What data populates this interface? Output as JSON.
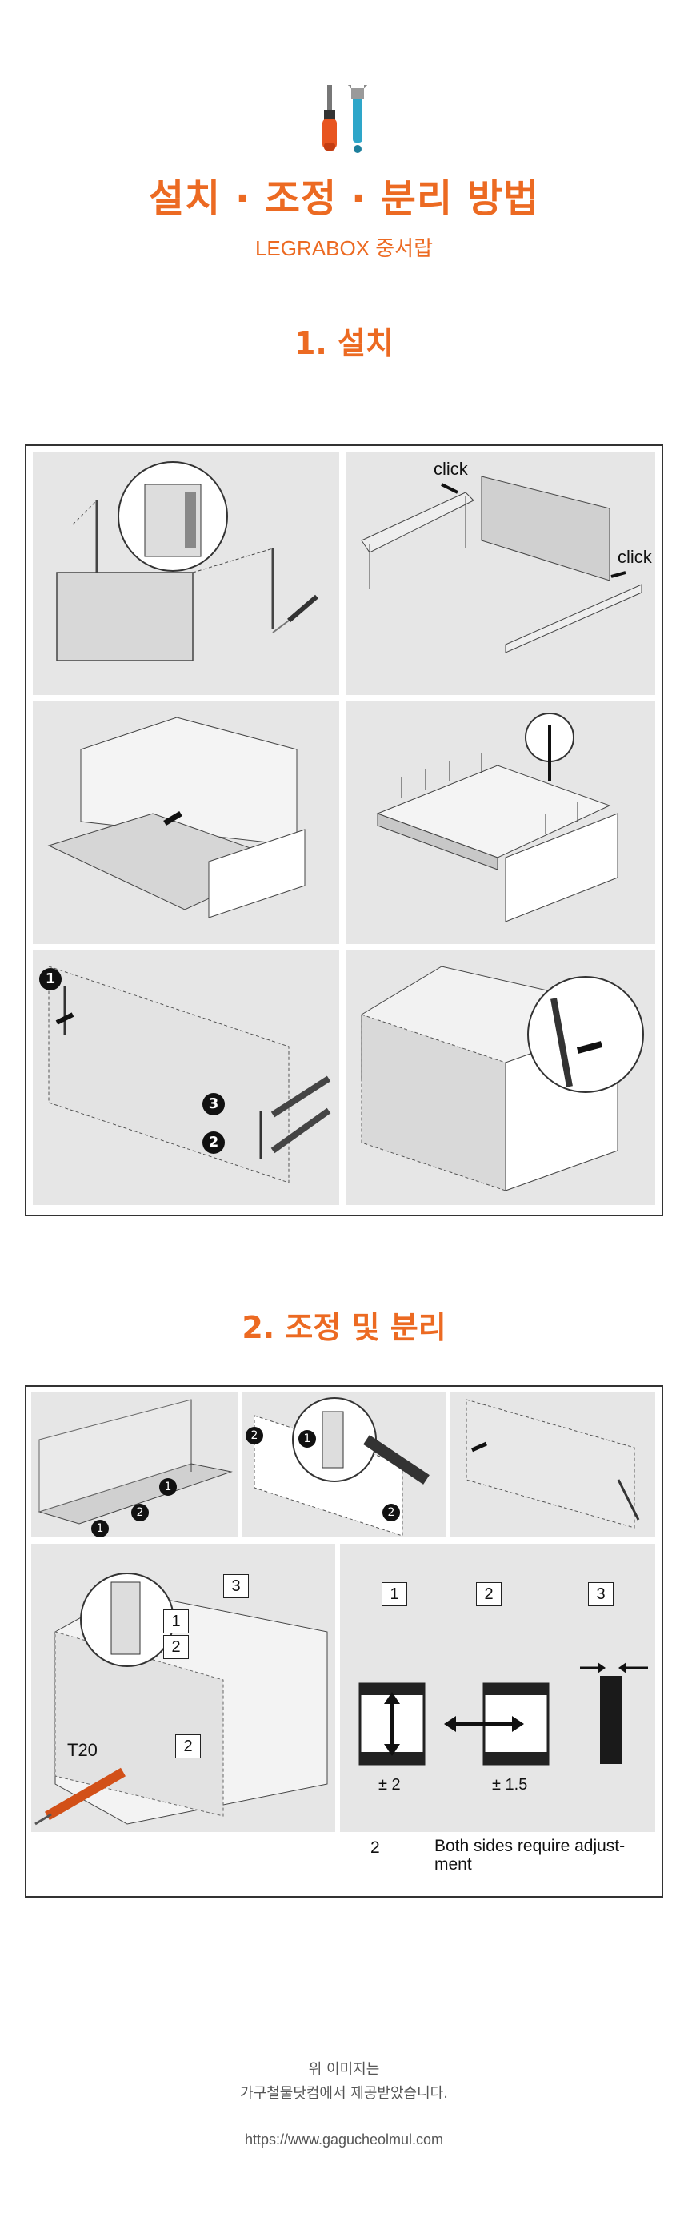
{
  "header": {
    "title": "설치 · 조정 · 분리 방법",
    "subtitle": "LEGRABOX 중서랍"
  },
  "section1": {
    "heading": "1. 설치",
    "click_label_1": "click",
    "click_label_2": "click",
    "step_badges": [
      "1",
      "3",
      "2"
    ]
  },
  "section2": {
    "heading": "2. 조정 및 분리",
    "tool_label": "T20",
    "callout_numbers": [
      "1",
      "2",
      "3"
    ],
    "legend_numbers": [
      "1",
      "2",
      "3"
    ],
    "adjust_values": [
      "± 2",
      "± 1.5"
    ],
    "note_number": "2",
    "note_text_line1": "Both sides require adjust-",
    "note_text_line2": "ment",
    "steps_numbers": [
      "1",
      "2",
      "1",
      "2",
      "1",
      "2",
      "2",
      "1",
      "2",
      "3",
      "2"
    ]
  },
  "footer": {
    "line1": "위 이미지는",
    "line2": "가구철물닷컴에서 제공받았습니다.",
    "url": "https://www.gagucheolmul.com"
  },
  "colors": {
    "accent": "#ec6a22",
    "panel_bg": "#e6e6e6"
  },
  "icons": [
    "screwdriver-icon",
    "wrench-icon"
  ]
}
